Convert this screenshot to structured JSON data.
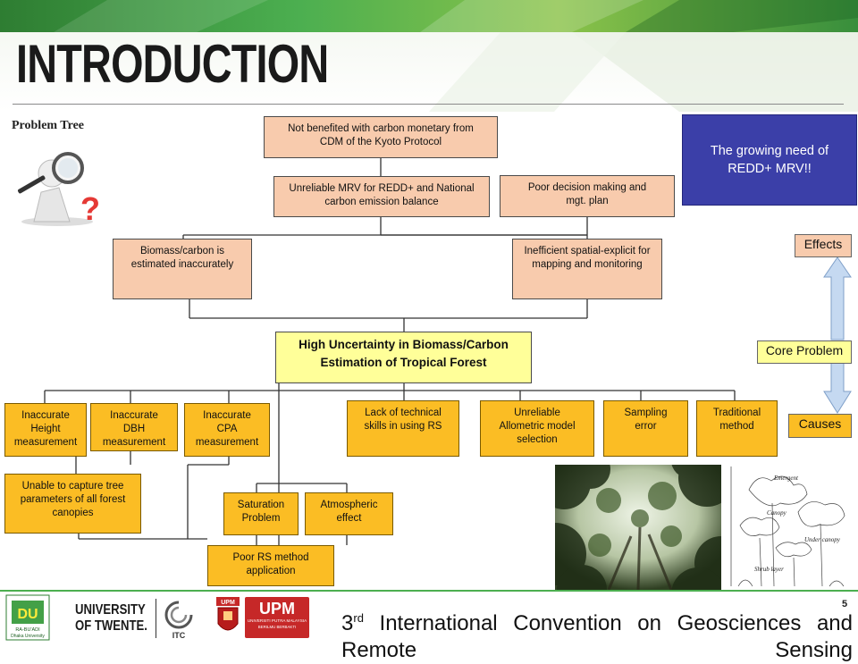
{
  "slide": {
    "title": "INTRODUCTION",
    "section_label": "Problem Tree",
    "page_number": "5"
  },
  "callout": {
    "line1": "The growing need of",
    "line2": "REDD+ MRV!!"
  },
  "legend": {
    "effects": "Effects",
    "core": "Core Problem",
    "causes": "Causes"
  },
  "nodes": {
    "kyoto_1": "Not benefited with carbon monetary from",
    "kyoto_2": "CDM of the Kyoto Protocol",
    "mrv_1": "Unreliable MRV for REDD+ and National",
    "mrv_2": "carbon emission balance",
    "decision_1": "Poor decision making and",
    "decision_2": "mgt. plan",
    "biomass_1": "Biomass/carbon is",
    "biomass_2": "estimated inaccurately",
    "spatial_1": "Inefficient spatial-explicit for",
    "spatial_2": "mapping and monitoring",
    "core_1": "High Uncertainty in Biomass/Carbon",
    "core_2": "Estimation of Tropical Forest",
    "height_1": "Inaccurate",
    "height_2": "Height",
    "height_3": "measurement",
    "dbh_1": "Inaccurate",
    "dbh_2": "DBH",
    "dbh_3": "measurement",
    "cpa_1": "Inaccurate",
    "cpa_2": "CPA",
    "cpa_3": "measurement",
    "skills_1": "Lack of technical",
    "skills_2": "skills in using RS",
    "allometric_1": "Unreliable",
    "allometric_2": "Allometric model",
    "allometric_3": "selection",
    "sampling_1": "Sampling",
    "sampling_2": "error",
    "traditional_1": "Traditional",
    "traditional_2": "method",
    "capture_1": "Unable to capture tree",
    "capture_2": "parameters of all forest",
    "capture_3": "canopies",
    "saturation_1": "Saturation",
    "saturation_2": "Problem",
    "atmospheric_1": "Atmospheric",
    "atmospheric_2": "effect",
    "poor_rs_1": "Poor RS method",
    "poor_rs_2": "application"
  },
  "canopy_sketch_labels": {
    "emergent": "Emergent",
    "canopy": "Canopy",
    "under_canopy": "Under canopy",
    "shrub_layer": "Shrub layer"
  },
  "footer": {
    "conference_sup": "rd",
    "conference_num": "3",
    "conference_text": " International Convention on Geosciences and Remote Sensing",
    "twente_1": "UNIVERSITY",
    "twente_2": "OF TWENTE.",
    "itc": "ITC",
    "upm_badge": "UPM",
    "upm_text": "UPM",
    "upm_sub": "UNIVERSITI PUTRA MALAYSIA",
    "upm_motto": "BERILMU BERBAKTI",
    "dhaka_name": "RA-BU'ADI",
    "dhaka_sub": "Dhaka University"
  },
  "colors": {
    "salmon": "#f8cbad",
    "orange": "#fbbd24",
    "core_yellow": "#ffff99",
    "callout_blue": "#3b3fa8",
    "header_green": "#4caf50",
    "arrow_blue": "#c5d9f1"
  }
}
